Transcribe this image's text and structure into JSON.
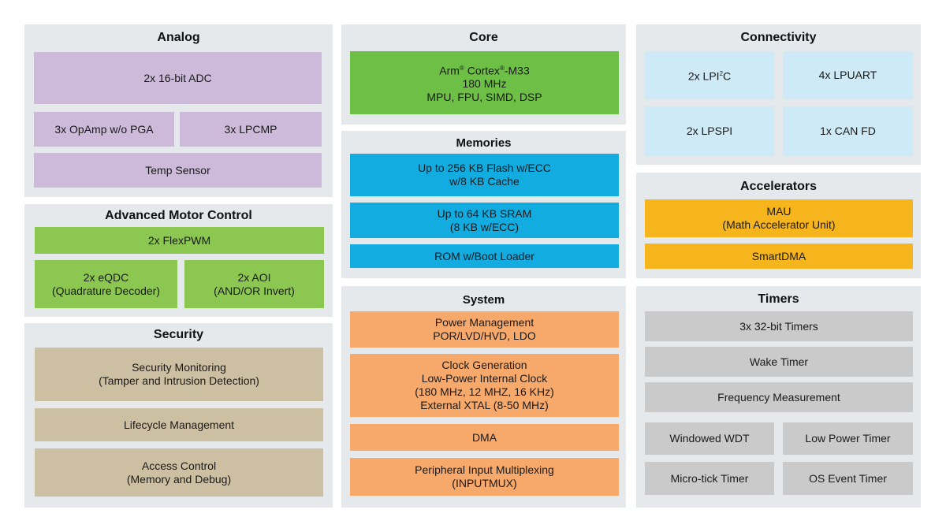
{
  "colors": {
    "panel": "#e6e9ec",
    "analog": "#cdbadb",
    "motor": "#8cc751",
    "security": "#cdbfa2",
    "core": "#6dbf45",
    "memories": "#12ace0",
    "system": "#f7a96b",
    "connectivity": "#cdeaf6",
    "accelerators": "#f6b51d",
    "timers": "#cacaca"
  },
  "analog": {
    "title": "Analog",
    "adc": "2x 16-bit ADC",
    "opamp": "3x OpAmp w/o PGA",
    "lpcmp": "3x LPCMP",
    "temp": "Temp Sensor"
  },
  "motor": {
    "title": "Advanced Motor Control",
    "flexpwm": "2x FlexPWM",
    "eqdc": "2x eQDC\n(Quadrature Decoder)",
    "aoi": "2x AOI\n(AND/OR Invert)"
  },
  "security": {
    "title": "Security",
    "monitoring": "Security Monitoring\n(Tamper and Intrusion Detection)",
    "lifecycle": "Lifecycle Management",
    "access": "Access Control\n(Memory and Debug)"
  },
  "core": {
    "title": "Core",
    "cpu_prefix": "Arm",
    "reg": "®",
    "cpu_mid": " Cortex",
    "cpu_suffix": "-M33",
    "freq": "180 MHz",
    "features": "MPU, FPU, SIMD, DSP"
  },
  "memories": {
    "title": "Memories",
    "flash": "Up to 256 KB Flash w/ECC\nw/8 KB Cache",
    "sram": "Up to 64 KB SRAM\n(8 KB w/ECC)",
    "rom": "ROM w/Boot Loader"
  },
  "system": {
    "title": "System",
    "power": "Power Management\nPOR/LVD/HVD, LDO",
    "clock": "Clock Generation\nLow-Power Internal Clock\n(180 MHz, 12 MHZ, 16 KHz)\nExternal XTAL (8-50 MHz)",
    "dma": "DMA",
    "inputmux": "Peripheral Input Multiplexing\n(INPUTMUX)"
  },
  "connectivity": {
    "title": "Connectivity",
    "lpi2c_prefix": "2x LPI",
    "lpi2c_sup": "2",
    "lpi2c_suffix": "C",
    "lpuart": "4x LPUART",
    "lpspi": "2x LPSPI",
    "canfd": "1x CAN FD"
  },
  "accelerators": {
    "title": "Accelerators",
    "mau": "MAU\n(Math Accelerator Unit)",
    "smartdma": "SmartDMA"
  },
  "timers": {
    "title": "Timers",
    "t32": "3x 32-bit Timers",
    "wake": "Wake Timer",
    "freq": "Frequency Measurement",
    "wwdt": "Windowed WDT",
    "lowpower": "Low Power Timer",
    "microtick": "Micro-tick Timer",
    "osevent": "OS Event Timer"
  }
}
